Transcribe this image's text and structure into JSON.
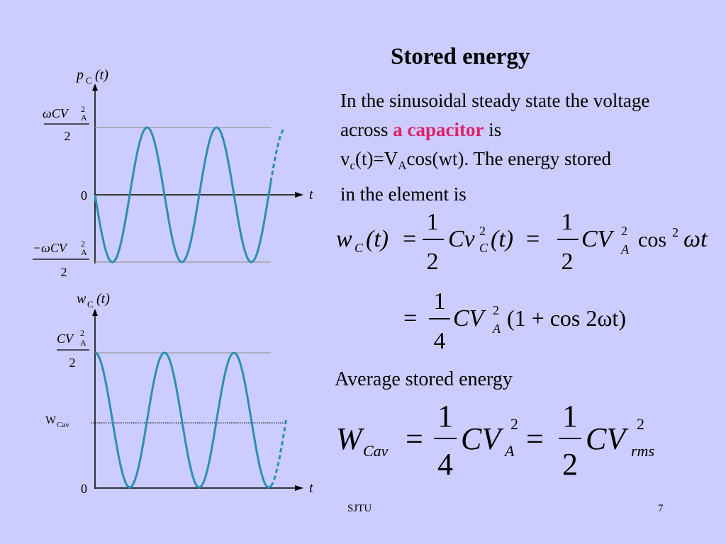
{
  "slide": {
    "title": "Stored energy",
    "paragraph": {
      "part1": "In the sinusoidal steady state the voltage across ",
      "highlight": "a capacitor",
      "part2": " is",
      "line3_v": "v",
      "line3_sub_c": "c",
      "line3_mid": "(t)=V",
      "line3_sub_A": "A",
      "line3_end": "cos(wt). The energy stored",
      "line4": "in the element is"
    },
    "equation1": {
      "w": "w",
      "sub_C": "C",
      "arg": "(t)",
      "eq": "=",
      "num": "1",
      "den": "2",
      "cv": "Cv",
      "sup2": "2",
      "arg2": "(t)",
      "eq2": "=",
      "num2": "1",
      "den2": "2",
      "cva": "CV",
      "supA2": "2",
      "subA": "A",
      "cos": "cos",
      "supcos": "2",
      "wt": "ωt"
    },
    "equation2": {
      "eq": "=",
      "num": "1",
      "den": "4",
      "cva": "CV",
      "sup": "2",
      "sub": "A",
      "rest": "(1 + cos 2ωt)"
    },
    "average_label": "Average stored energy",
    "equation3": {
      "W": "W",
      "sub": "Cav",
      "eq": "=",
      "num": "1",
      "den": "4",
      "cv": "CV",
      "sup": "2",
      "subA": "A",
      "eq2": "=",
      "num2": "1",
      "den2": "2",
      "cv2": "CV",
      "sup2": "2",
      "subrms": "rms"
    },
    "footer_left": "SJTU",
    "page_number": "7"
  },
  "graph_top": {
    "ylabel_p": "p",
    "ylabel_sub": "C",
    "ylabel_arg": "(t)",
    "top_num": "ωCV",
    "top_sup": "2",
    "top_sub": "A",
    "top_den": "2",
    "zero": "0",
    "bot_num": "−ωCV",
    "bot_sup": "2",
    "bot_sub": "A",
    "bot_den": "2",
    "xlabel": "t"
  },
  "graph_bottom": {
    "ylabel_w": "w",
    "ylabel_sub": "C",
    "ylabel_arg": "(t)",
    "top_num": "CV",
    "top_sup": "2",
    "top_sub": "A",
    "top_den": "2",
    "avg_W": "W",
    "avg_sub": "Cav",
    "zero": "0",
    "xlabel": "t"
  },
  "colors": {
    "background": "#ccccff",
    "curve": "#2a8fb3",
    "highlight": "#e0206b"
  }
}
